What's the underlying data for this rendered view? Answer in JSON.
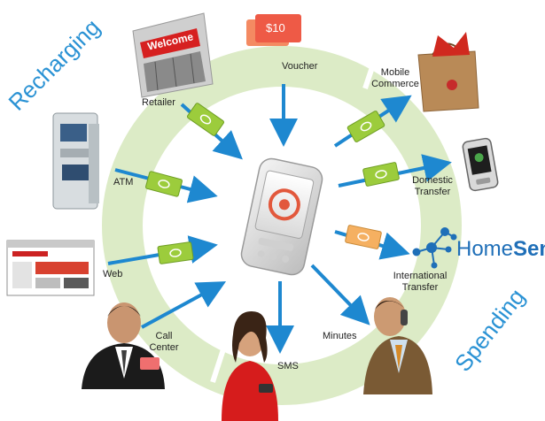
{
  "sections": {
    "recharging": "Recharging",
    "spending": "Spending"
  },
  "sources": {
    "retailer": "Retailer",
    "atm": "ATM",
    "web": "Web",
    "call_center": "Call Center",
    "voucher": "Voucher"
  },
  "destinations": {
    "mobile_commerce": "Mobile Commerce",
    "domestic_transfer": "Domestic Transfer",
    "international_transfer": "International Transfer",
    "minutes": "Minutes",
    "sms": "SMS"
  },
  "partner": {
    "home": "Home",
    "send": "Send"
  },
  "voucher_card": "$10",
  "store_sign": "Welcome",
  "colors": {
    "ring": "#dcebc6",
    "arrow": "#1e88d0",
    "cash_green": "#9ccc3c",
    "cash_orange": "#f5b061",
    "accent_text": "#2a92d4",
    "voucher_red": "#ee5a46"
  }
}
